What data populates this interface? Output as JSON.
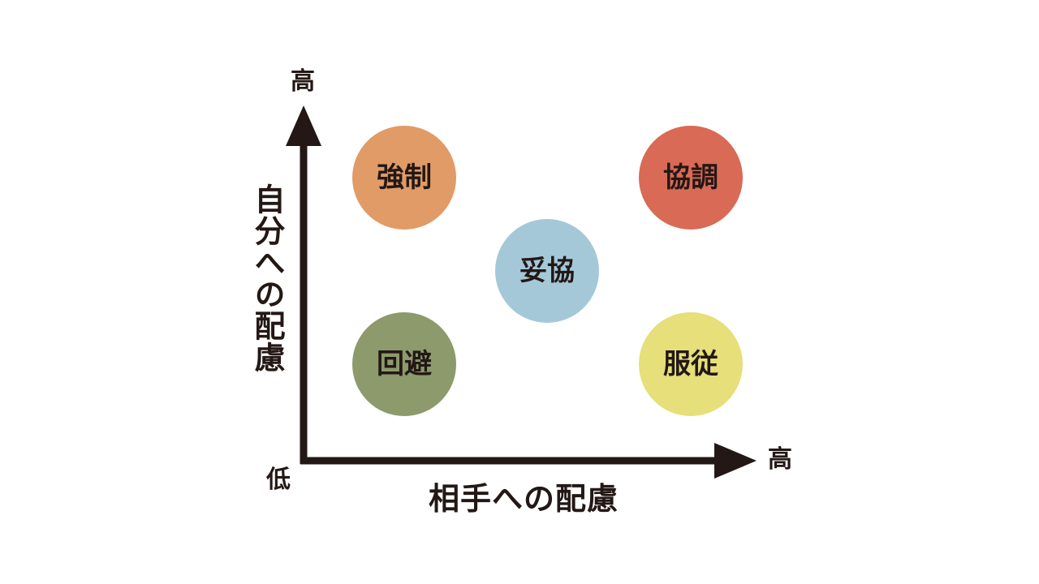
{
  "axes": {
    "y_high_label": "高",
    "x_high_label": "高",
    "origin_label": "低",
    "y_title": "自分への配慮",
    "x_title": "相手への配慮",
    "color": "#231815"
  },
  "styles": [
    {
      "key": "force",
      "label": "強制",
      "color": "#E09B66"
    },
    {
      "key": "collab",
      "label": "協調",
      "color": "#D86A56"
    },
    {
      "key": "compromise",
      "label": "妥協",
      "color": "#A5C8D8"
    },
    {
      "key": "avoid",
      "label": "回避",
      "color": "#8C9A6C"
    },
    {
      "key": "accommodate",
      "label": "服従",
      "color": "#E6DF7A"
    }
  ]
}
